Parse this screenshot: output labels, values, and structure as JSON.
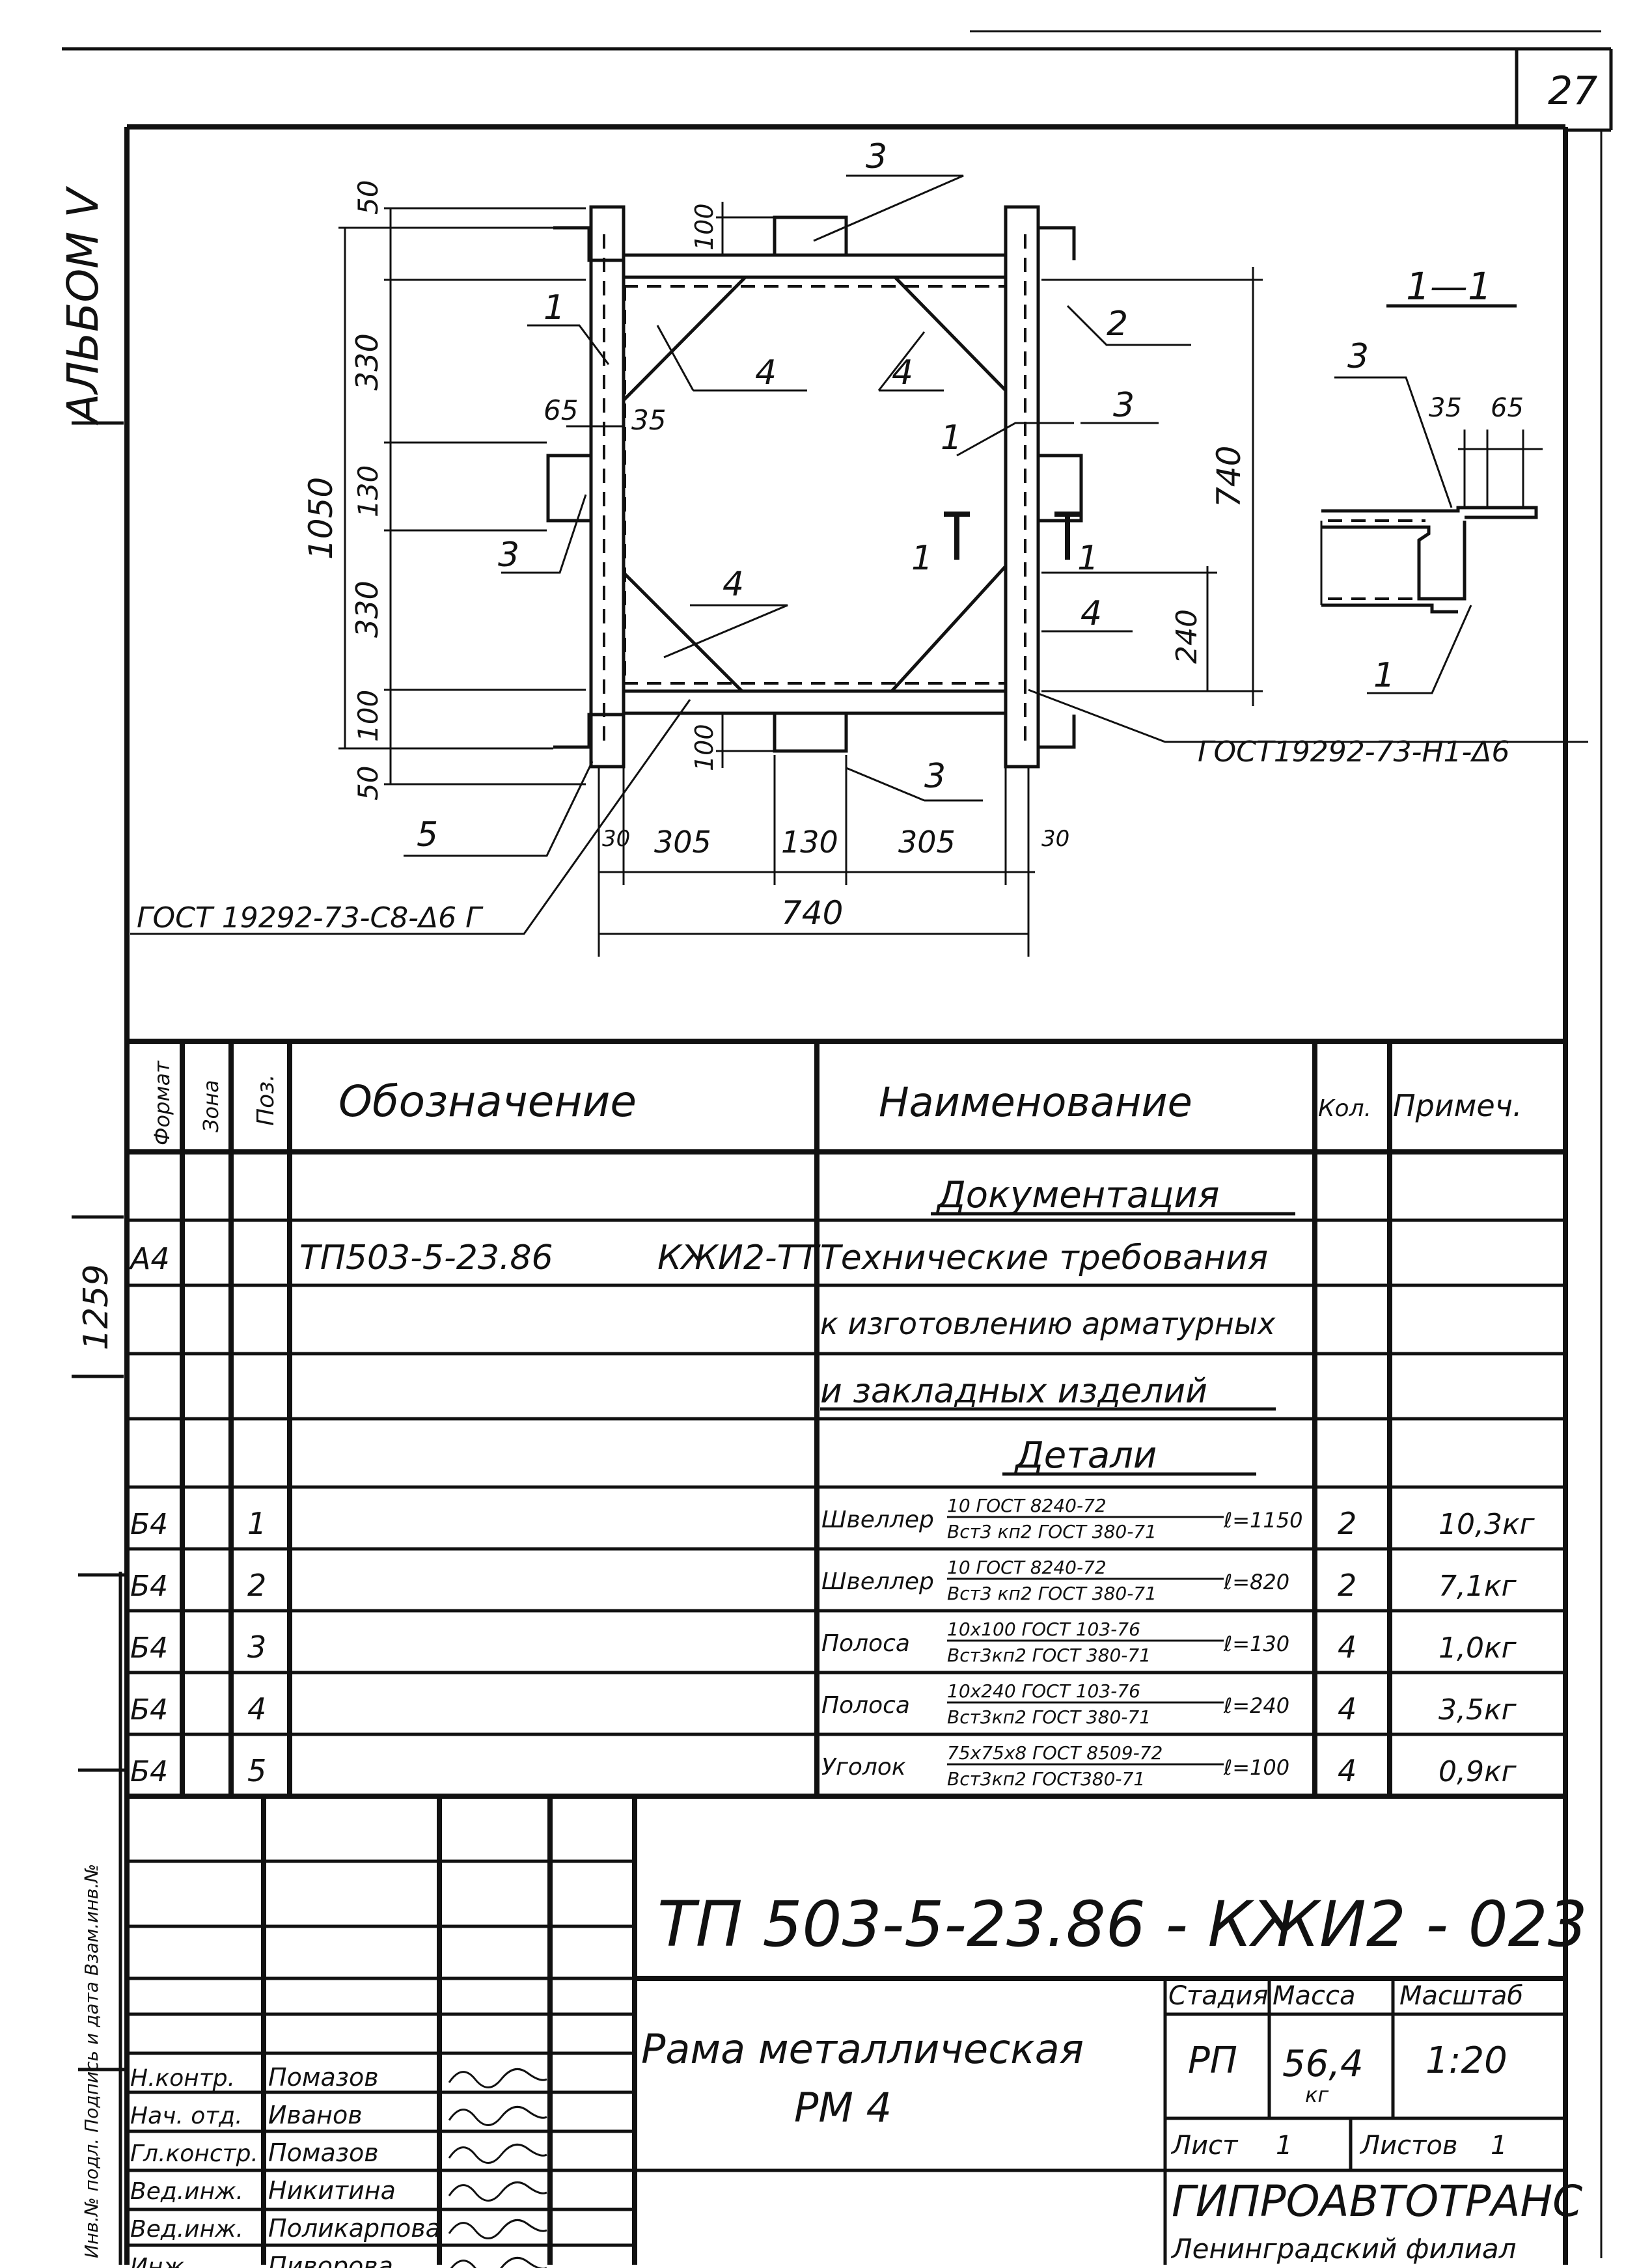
{
  "sheet_number": "27",
  "side_stamp_album": "АЛЬБОМ V",
  "side_stamp_num": "1259",
  "drawing": {
    "section_label": "1—1",
    "section_mark_a": "1",
    "section_mark_b": "1",
    "weld_note_right": "ГОСТ19292-73-Н1-Δ6",
    "weld_note_left": "ГОСТ 19292-73-С8-Δ6 Г",
    "dims": {
      "d50_top": "50",
      "d330_a": "330",
      "d130_v": "130",
      "d330_b": "330",
      "d100_bot": "100",
      "d50_bot": "50",
      "d1050": "1050",
      "d100_top": "100",
      "d65": "65",
      "d35": "35",
      "d740_v": "740",
      "d240": "240",
      "d100_bot2": "100",
      "d30_l": "30",
      "d305_l": "305",
      "d130_h": "130",
      "d305_r": "305",
      "d30_r": "30",
      "d740_h": "740",
      "d35_s": "35",
      "d65_s": "65"
    },
    "positions": {
      "p1_a": "1",
      "p1_b": "1",
      "p1_s": "1",
      "p2": "2",
      "p3_top": "3",
      "p3_left": "3",
      "p3_right": "3",
      "p3_bot": "3",
      "p3_s": "3",
      "p4_a": "4",
      "p4_b": "4",
      "p4_c": "4",
      "p4_d": "4",
      "p5": "5"
    }
  },
  "spec": {
    "headers": {
      "format": "Формат",
      "zone": "Зона",
      "pos": "Поз.",
      "designation": "Обозначение",
      "name": "Наименование",
      "qty": "Кол.",
      "note": "Примеч."
    },
    "section_docs": "Документация",
    "doc_row": {
      "format": "А4",
      "designation": "ТП503-5-23.86",
      "code": "КЖИ2-ТТ",
      "name_lines": [
        "Технические требования",
        "к изготовлению арматурных",
        "и закладных изделий"
      ]
    },
    "section_parts": "Детали",
    "rows": [
      {
        "format": "Б4",
        "pos": "1",
        "item": "Швеллер",
        "std_top": "10 ГОСТ 8240-72",
        "std_bot": "Вст3 кп2 ГОСТ 380-71",
        "len": "ℓ=1150",
        "qty": "2",
        "note": "10,3кг"
      },
      {
        "format": "Б4",
        "pos": "2",
        "item": "Швеллер",
        "std_top": "10 ГОСТ 8240-72",
        "std_bot": "Вст3 кп2 ГОСТ 380-71",
        "len": "ℓ=820",
        "qty": "2",
        "note": "7,1кг"
      },
      {
        "format": "Б4",
        "pos": "3",
        "item": "Полоса",
        "std_top": "10х100 ГОСТ 103-76",
        "std_bot": "Вст3кп2 ГОСТ 380-71",
        "len": "ℓ=130",
        "qty": "4",
        "note": "1,0кг"
      },
      {
        "format": "Б4",
        "pos": "4",
        "item": "Полоса",
        "std_top": "10х240 ГОСТ 103-76",
        "std_bot": "Вст3кп2 ГОСТ 380-71",
        "len": "ℓ=240",
        "qty": "4",
        "note": "3,5кг"
      },
      {
        "format": "Б4",
        "pos": "5",
        "item": "Уголок",
        "std_top": "75х75х8 ГОСТ 8509-72",
        "std_bot": "Вст3кп2 ГОСТ380-71",
        "len": "ℓ=100",
        "qty": "4",
        "note": "0,9кг"
      }
    ]
  },
  "title_block": {
    "code": "ТП 503-5-23.86 - КЖИ2 - 023",
    "title_line1": "Рама металлическая",
    "title_line2": "РМ 4",
    "stage_label": "Стадия",
    "mass_label": "Масса",
    "scale_label": "Масштаб",
    "stage": "РП",
    "mass": "56,4",
    "mass_unit": "кг",
    "scale": "1:20",
    "sheet_label": "Лист",
    "sheet": "1",
    "sheets_label": "Листов",
    "sheets": "1",
    "org": "ГИПРОАВТОТРАНС",
    "org_sub": "Ленинградский филиал",
    "people": [
      {
        "role": "Н.контр.",
        "name": "Помазов"
      },
      {
        "role": "Нач. отд.",
        "name": "Иванов"
      },
      {
        "role": "Гл.констр.",
        "name": "Помазов"
      },
      {
        "role": "Вед.инж.",
        "name": "Никитина"
      },
      {
        "role": "Вед.инж.",
        "name": "Поликарпова"
      },
      {
        "role": "Инж.",
        "name": "Пиворова"
      }
    ]
  },
  "left_margin_text": "Инв.№ подл.  Подпись и дата  Взам.инв.№"
}
